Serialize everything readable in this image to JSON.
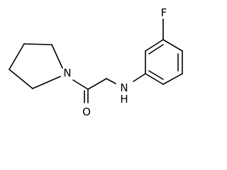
{
  "molecule": {
    "atoms": {
      "fluorine": "F",
      "amine_n": "N",
      "amine_h": "H",
      "pyrrolidine_n": "N",
      "carbonyl_o": "O"
    },
    "colors": {
      "bond": "#000000",
      "label": "#000000",
      "background": "#ffffff"
    }
  }
}
